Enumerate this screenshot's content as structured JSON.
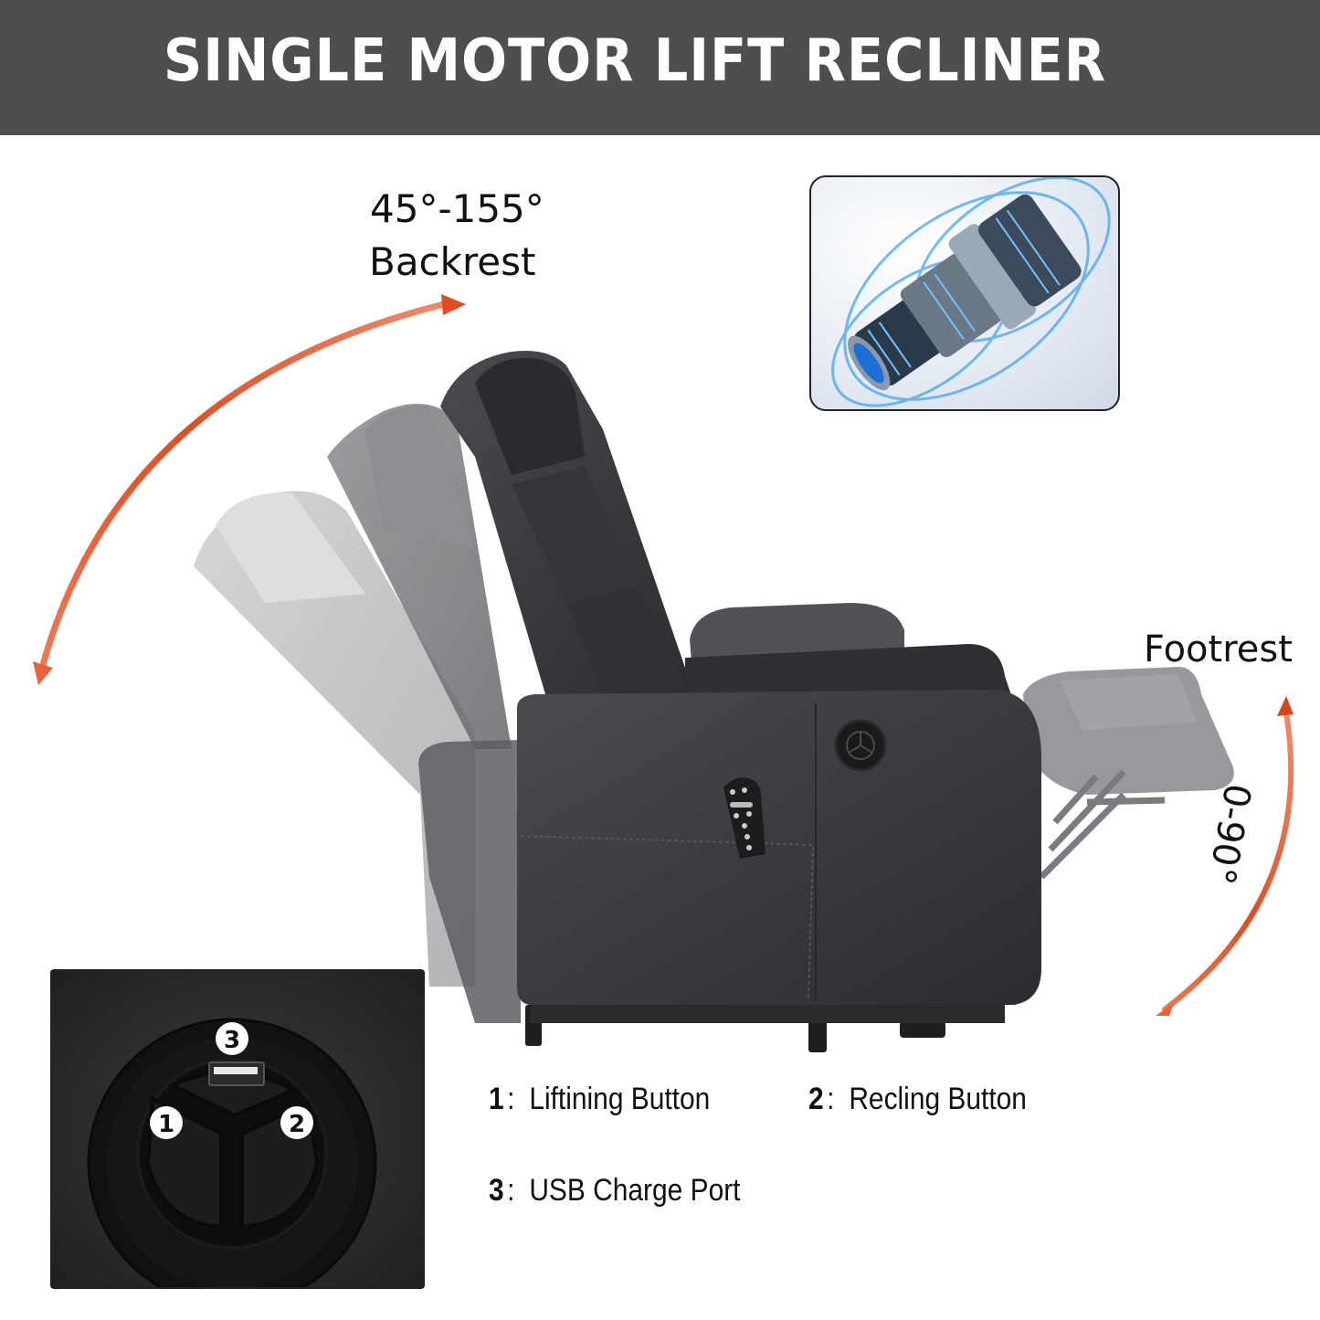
{
  "header": {
    "title": "SINGLE MOTOR LIFT RECLINER",
    "background_color": "#4d4e50",
    "text_color": "#ffffff"
  },
  "backrest": {
    "angle_range": "45°-155°",
    "label": "Backrest",
    "arrow_color": "#e0502a"
  },
  "footrest": {
    "label": "Footrest",
    "angle_range": "0-90°",
    "arrow_color": "#e0502a"
  },
  "motor_inset": {
    "icon": "motor-icon"
  },
  "control_panel_inset": {
    "callouts": [
      {
        "number": "1",
        "icon": "lift-button-icon"
      },
      {
        "number": "2",
        "icon": "recline-button-icon"
      },
      {
        "number": "3",
        "icon": "usb-port-icon"
      }
    ]
  },
  "legend": {
    "items": [
      {
        "number": "1",
        "separator": ":",
        "label": "Liftining Button"
      },
      {
        "number": "2",
        "separator": ":",
        "label": "Recling Button"
      },
      {
        "number": "3",
        "separator": ":",
        "label": "USB Charge Port"
      }
    ]
  },
  "product": {
    "color": "#3a3b3e",
    "ghost_color": "#9a9a9c"
  }
}
